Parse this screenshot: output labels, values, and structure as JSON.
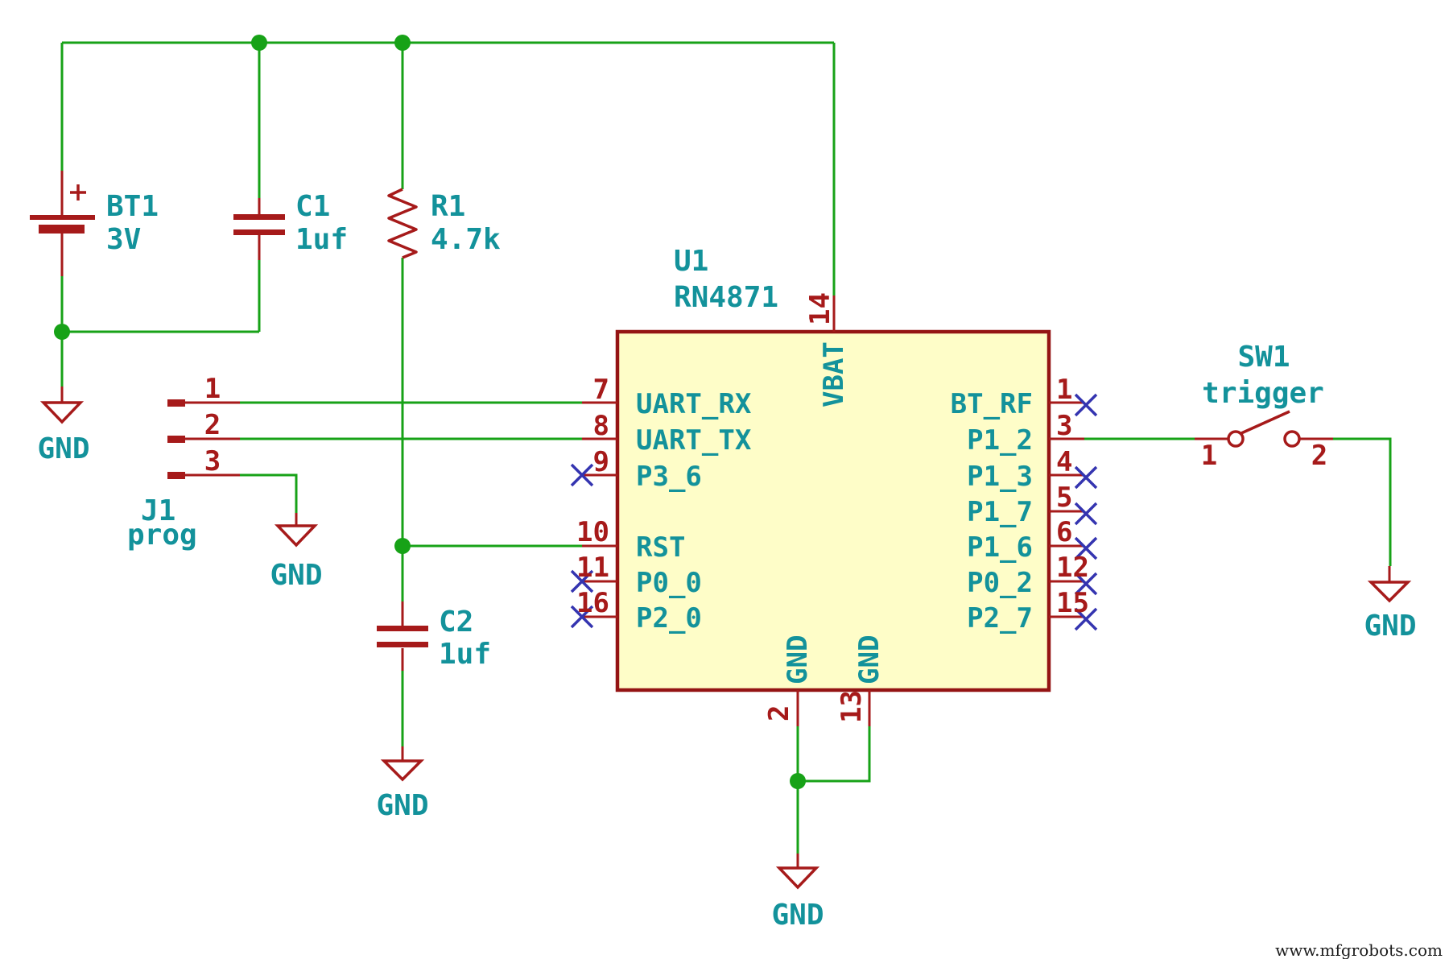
{
  "schematic": {
    "type": "circuit-schematic",
    "watermark": "www.mfgrobots.com",
    "colors": {
      "wire_green": "#17A217",
      "symbol_red": "#A61A1A",
      "label_teal": "#13929B",
      "no_connect_blue": "#3434B0",
      "ic_fill_yellow": "#FEFDC8",
      "ic_border": "#941414",
      "background": "#FFFFFF"
    }
  },
  "components": {
    "bt1": {
      "ref": "BT1",
      "value": "3V"
    },
    "c1": {
      "ref": "C1",
      "value": "1uf"
    },
    "r1": {
      "ref": "R1",
      "value": "4.7k"
    },
    "c2": {
      "ref": "C2",
      "value": "1uf"
    },
    "u1": {
      "ref": "U1",
      "value": "RN4871"
    },
    "j1": {
      "ref": "J1",
      "value": "prog",
      "pins": [
        {
          "num": "1"
        },
        {
          "num": "2"
        },
        {
          "num": "3"
        }
      ]
    },
    "sw1": {
      "ref": "SW1",
      "value": "trigger",
      "pins": [
        {
          "num": "1"
        },
        {
          "num": "2"
        }
      ]
    }
  },
  "u1_pins": {
    "left": [
      {
        "num": "7",
        "name": "UART_RX"
      },
      {
        "num": "8",
        "name": "UART_TX"
      },
      {
        "num": "9",
        "name": "P3_6"
      },
      {
        "num": "10",
        "name": "RST"
      },
      {
        "num": "11",
        "name": "P0_0"
      },
      {
        "num": "16",
        "name": "P2_0"
      }
    ],
    "right": [
      {
        "num": "1",
        "name": "BT_RF"
      },
      {
        "num": "3",
        "name": "P1_2"
      },
      {
        "num": "4",
        "name": "P1_3"
      },
      {
        "num": "5",
        "name": "P1_7"
      },
      {
        "num": "6",
        "name": "P1_6"
      },
      {
        "num": "12",
        "name": "P0_2"
      },
      {
        "num": "15",
        "name": "P2_7"
      }
    ],
    "top": [
      {
        "num": "14",
        "name": "VBAT"
      }
    ],
    "bottom": [
      {
        "num": "2",
        "name": "GND"
      },
      {
        "num": "13",
        "name": "GND"
      }
    ]
  },
  "ground_labels": {
    "battery": "GND",
    "j1": "GND",
    "c2": "GND",
    "u1": "GND",
    "switch": "GND"
  }
}
